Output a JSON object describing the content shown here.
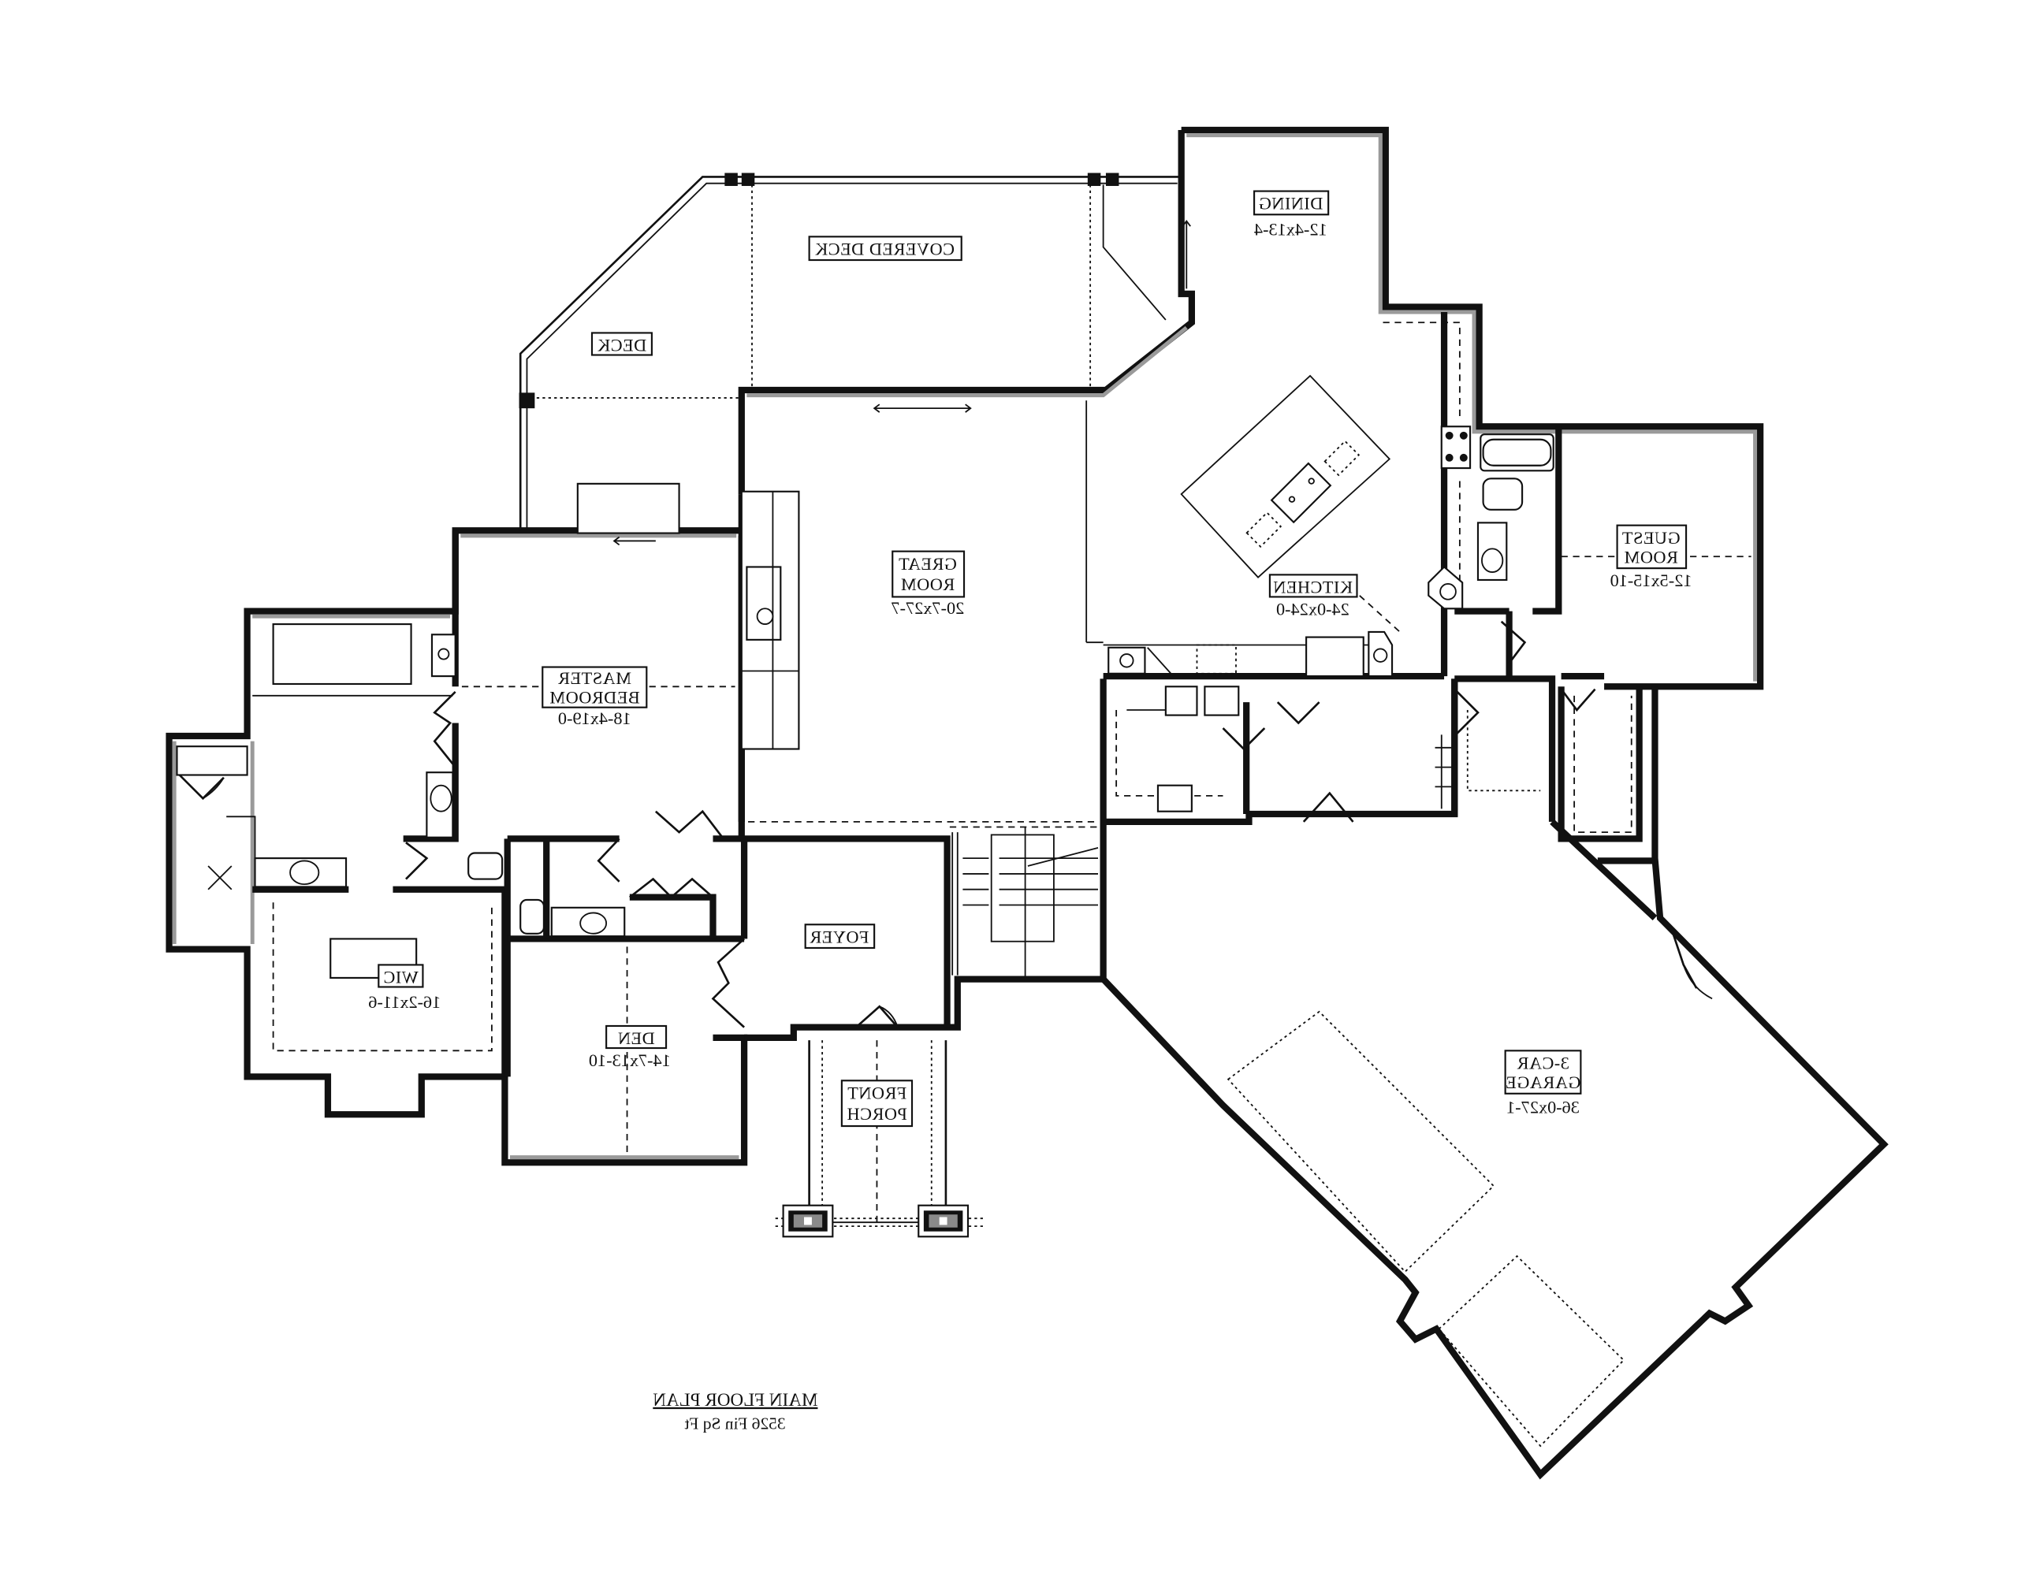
{
  "plan": {
    "title": "MAIN FLOOR PLAN",
    "subtitle": "3526 Fin Sq Ft",
    "text_orientation": "mirrored-horizontal"
  },
  "rooms": {
    "dining": {
      "name": "DINING",
      "size": "12-4x13-4"
    },
    "covered_deck": {
      "name": "COVERED DECK",
      "size": ""
    },
    "deck": {
      "name": "DECK",
      "size": ""
    },
    "great_room": {
      "name_line1": "GREAT",
      "name_line2": "ROOM",
      "size": "20-7x27-7"
    },
    "kitchen": {
      "name": "KITCHEN",
      "size": "24-0x24-0"
    },
    "guest_room": {
      "name_line1": "GUEST",
      "name_line2": "ROOM",
      "size": "12-5x15-10"
    },
    "master_bedroom": {
      "name_line1": "MASTER",
      "name_line2": "BEDROOM",
      "size": "18-4x19-0"
    },
    "wic": {
      "name": "WIC",
      "size": "16-2x11-6"
    },
    "den": {
      "name": "DEN",
      "size": "14-7x13-10"
    },
    "foyer": {
      "name": "FOYER",
      "size": ""
    },
    "front_porch": {
      "name_line1": "FRONT",
      "name_line2": "PORCH",
      "size": ""
    },
    "garage": {
      "name_line1": "3-CAR",
      "name_line2": "GARAGE",
      "size": "36-0x27-1"
    }
  },
  "colors": {
    "wall_fill": "#8a8a8a",
    "line": "#111111",
    "background": "#ffffff"
  }
}
